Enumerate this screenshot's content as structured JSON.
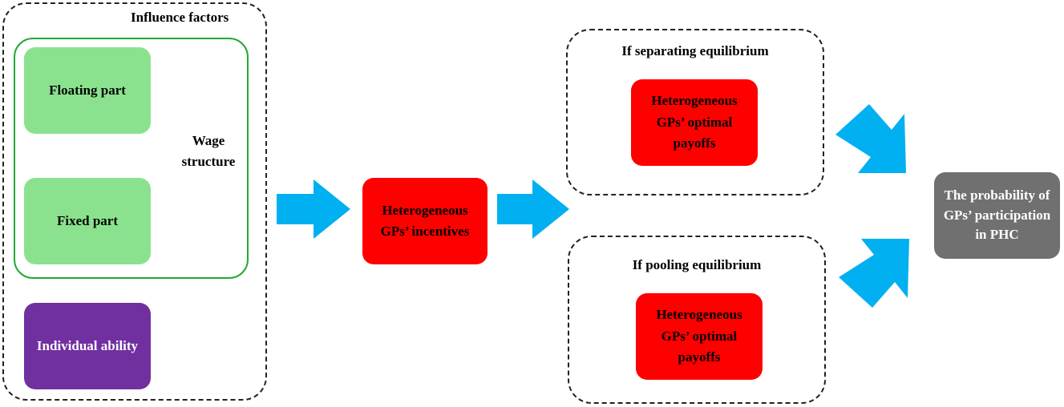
{
  "colors": {
    "green": "#8BE28E",
    "green_border": "#22AA33",
    "purple": "#7030A0",
    "red": "#FF0000",
    "gray": "#707070",
    "arrow_blue": "#00B0F0"
  },
  "influence_factors": {
    "title": "Influence factors",
    "wage_structure": {
      "label_line1": "Wage",
      "label_line2": "structure",
      "floating_part": "Floating part",
      "fixed_part": "Fixed part"
    },
    "individual_ability": "Individual ability"
  },
  "incentives": {
    "line1": "Heterogeneous",
    "line2": "GPs’ incentives"
  },
  "separating": {
    "title": "If separating equilibrium",
    "line1": "Heterogeneous",
    "line2": "GPs’ optimal",
    "line3": "payoffs"
  },
  "pooling": {
    "title": "If pooling equilibrium",
    "line1": "Heterogeneous",
    "line2": "GPs’ optimal",
    "line3": "payoffs"
  },
  "outcome": {
    "line1": "The probability of",
    "line2": "GPs’ participation",
    "line3": "in PHC"
  },
  "icons": [
    "arrow-right-icon",
    "arrow-right-icon",
    "arrow-down-right-icon",
    "arrow-up-right-icon"
  ]
}
